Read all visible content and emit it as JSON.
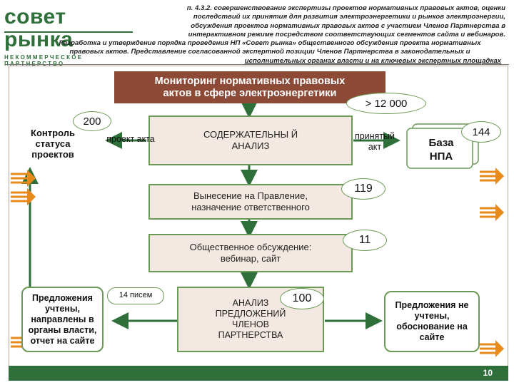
{
  "logo": {
    "title": "совет рынка",
    "subtitle": "НЕКОММЕРЧЕСКОЕ ПАРТНЕРСТВО"
  },
  "header": {
    "line1": "п. 4.3.2. совершенствование экспертизы проектов нормативных правовых актов, оценки",
    "line2": "последствий их принятия для развития электроэнергетики и рынков электроэнергии,",
    "line3": "обсуждения проектов нормативных правовых актов с участием Членов Партнерства в",
    "line4": "интерактивном режиме посредством соответствующих сегментов сайта и вебинаров.",
    "line5": "Разработка и утверждение порядка проведения НП «Совет рынка» общественного обсуждения проекта нормативных",
    "line6": "правовых актов. Представление согласованной экспертной позиции Членов Партнерства в законодательных и",
    "line7": "исполнительных органах власти и на ключевых экспертных площадках"
  },
  "diagram": {
    "monitoring": "Мониторинг нормативных правовых актов в сфере электроэнергетики",
    "count_total": "> 12 000",
    "control": "Контроль статуса проектов",
    "count_200": "200",
    "draft_act": "проект акта",
    "content_analysis": "СОДЕРЖАТЕЛЬНЫ Й АНАЛИЗ",
    "adopted_act": "принятый акт",
    "base_npa": "База НПА",
    "count_144": "144",
    "board": "Вынесение на Правление, назначение ответственного",
    "count_119": "119",
    "public_discussion": "Общественное обсуждение: вебинар, сайт",
    "count_11": "11",
    "letters": "14 писем",
    "proposals_accepted": "Предложения учтены, направлены в органы власти, отчет на сайте",
    "analysis_proposals": "АНАЛИЗ ПРЕДЛОЖЕНИЙ ЧЛЕНОВ ПАРТНЕРСТВА",
    "count_100": "100",
    "proposals_rejected": "Предложения не учтены, обоснование на сайте"
  },
  "page_number": "10",
  "colors": {
    "brand_green": "#2f6f3a",
    "box_brown": "#8c4a37",
    "box_pink": "#f4e8e2",
    "arrow_green": "#2f6f3a",
    "stripe_orange": "#e88a1a"
  }
}
